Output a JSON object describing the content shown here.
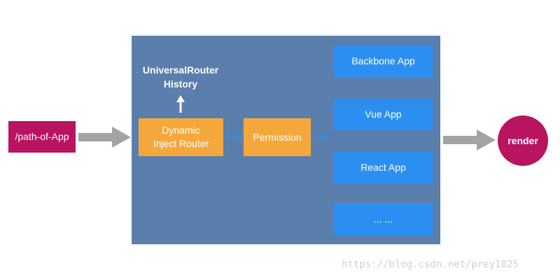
{
  "input": {
    "label": "/path-of-App"
  },
  "router": {
    "line1": "Dynamic",
    "line2": "Inject Router"
  },
  "history": {
    "line1": "UniversalRouter",
    "line2": "History"
  },
  "permission": {
    "label": "Permission"
  },
  "apps": [
    {
      "label": "Backbone App"
    },
    {
      "label": "Vue App"
    },
    {
      "label": "React App"
    },
    {
      "label": "... ..."
    }
  ],
  "output": {
    "label": "render"
  },
  "watermark": "https://blog.csdn.net/prey1025",
  "colors": {
    "panel": "#5b7fad",
    "magenta": "#b8145f",
    "orange": "#f4a83b",
    "app_blue": "#2b8ff2",
    "connector_blue": "#2b8ff2",
    "gray_arrow": "#a3a3a3"
  }
}
